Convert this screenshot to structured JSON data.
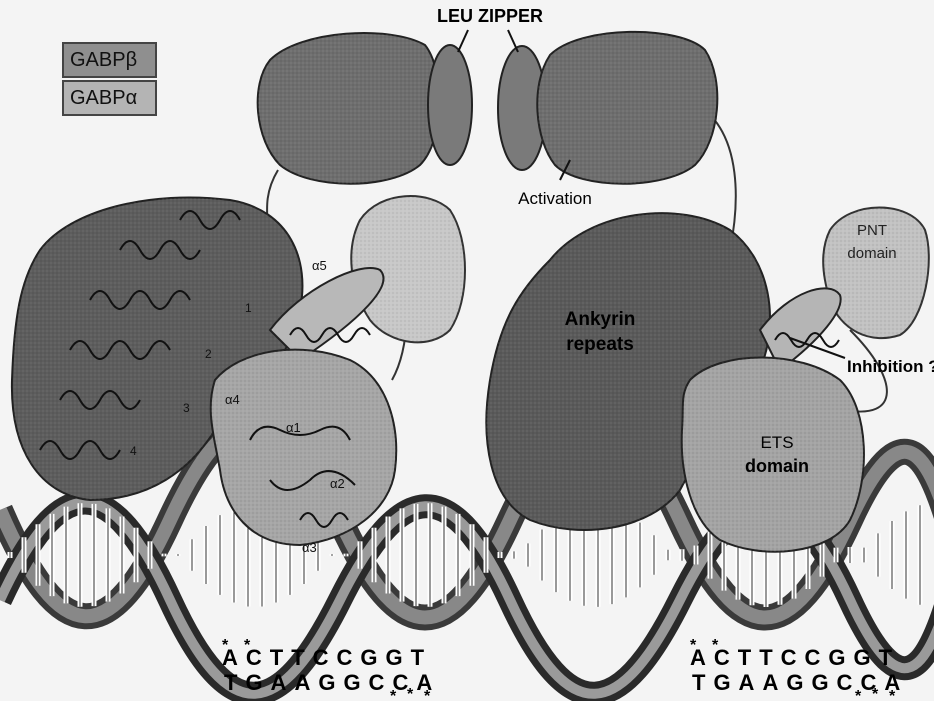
{
  "legend": {
    "beta": {
      "label": "GABPβ",
      "color": "#8a8a8a"
    },
    "alpha": {
      "label": "GABPα",
      "color": "#b0b0b0"
    }
  },
  "labels": {
    "leu_zipper": "LEU ZIPPER",
    "activation": "Activation",
    "pnt_domain_line1": "PNT",
    "pnt_domain_line2": "domain",
    "ankyrin_line1": "Ankyrin",
    "ankyrin_line2": "repeats",
    "inhibition": "Inhibition ?",
    "ets_line1": "ETS",
    "ets_line2": "domain",
    "helix_a1": "α1",
    "helix_a2": "α2",
    "helix_a3": "α3",
    "helix_a4": "α4",
    "helix_a5": "α5",
    "repeat_1": "1",
    "repeat_2": "2",
    "repeat_3": "3",
    "repeat_4": "4"
  },
  "sequences": {
    "left_top": "ACTTCCGGT",
    "left_bottom": "TGAAGGCCA",
    "right_top": "ACTTCCGGT",
    "right_bottom": "TGAAGGCCA",
    "star": "*"
  },
  "colors": {
    "beta_dark": "#5a5a5a",
    "alpha_light": "#a9a9a9",
    "pnt_light": "#c4c4c4",
    "dna_backbone": "#4a4a4a",
    "dna_base": "#ffffff"
  }
}
